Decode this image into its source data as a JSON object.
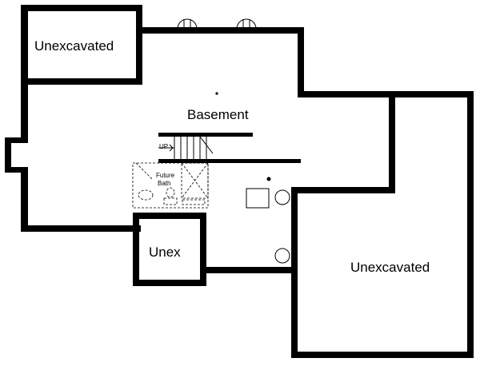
{
  "plan": {
    "rooms": {
      "unexcavated_top_left": "Unexcavated",
      "basement": "Basement",
      "unex_small": "Unex",
      "unexcavated_right": "Unexcavated"
    },
    "labels": {
      "stair_direction": "UP",
      "future_bath_line1": "Future",
      "future_bath_line2": "Bath"
    }
  }
}
